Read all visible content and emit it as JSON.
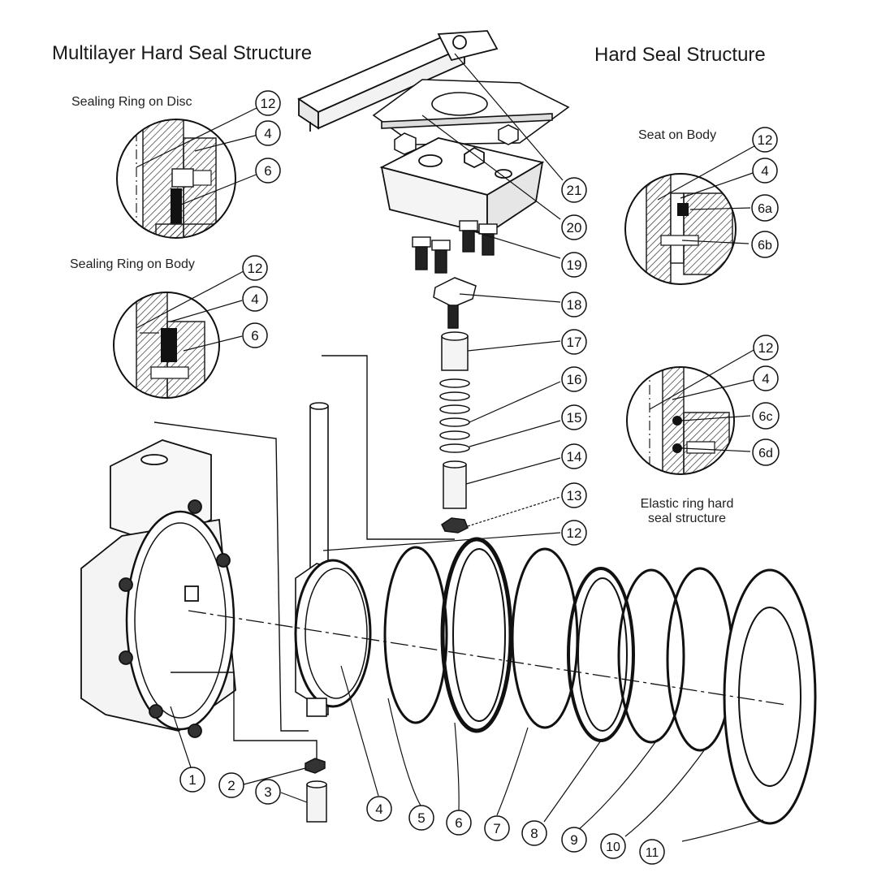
{
  "titles": {
    "left": "Multilayer Hard Seal Structure",
    "right": "Hard Seal Structure"
  },
  "details": {
    "disc": "Sealing Ring on Disc",
    "body_ring": "Sealing Ring on Body",
    "seat": "Seat on Body",
    "elastic_line1": "Elastic ring hard",
    "elastic_line2": "seal structure"
  },
  "callouts": {
    "c1": "1",
    "c2": "2",
    "c3": "3",
    "c4": "4",
    "c5": "5",
    "c6": "6",
    "c7": "7",
    "c8": "8",
    "c9": "9",
    "c10": "10",
    "c11": "11",
    "c12": "12",
    "c13": "13",
    "c14": "14",
    "c15": "15",
    "c16": "16",
    "c17": "17",
    "c18": "18",
    "c19": "19",
    "c20": "20",
    "c21": "21",
    "d_disc_12": "12",
    "d_disc_4": "4",
    "d_disc_6": "6",
    "d_body_12": "12",
    "d_body_4": "4",
    "d_body_6": "6",
    "d_seat_12": "12",
    "d_seat_4": "4",
    "d_seat_6a": "6a",
    "d_seat_6b": "6b",
    "d_el_12": "12",
    "d_el_4": "4",
    "d_el_6c": "6c",
    "d_el_6d": "6d"
  }
}
